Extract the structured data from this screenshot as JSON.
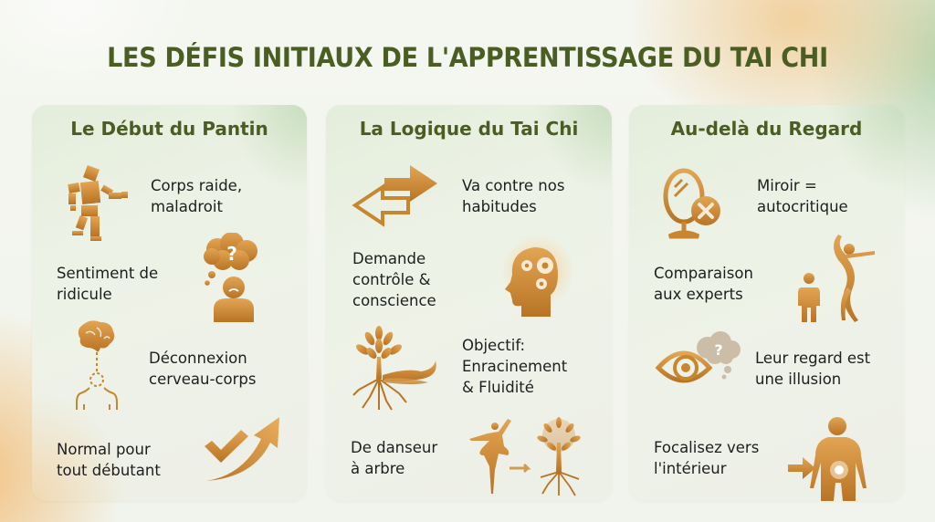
{
  "title": "LES DÉFIS INITIAUX DE L'APPRENTISSAGE DU TAI CHI",
  "colors": {
    "title_green": "#4a5e23",
    "icon_gold": "#c8862e",
    "text": "#1e1e1e"
  },
  "panels": [
    {
      "title": "Le Début du Pantin",
      "items": [
        {
          "text": "Corps raide,\nmaladroit",
          "icon": "stiff-puppet-figure-icon"
        },
        {
          "text": "Sentiment de\nridicule",
          "icon": "confused-person-thought-bubble-icon"
        },
        {
          "text": "Déconnexion\ncerveau-corps",
          "icon": "brain-body-disconnect-icon"
        },
        {
          "text": "Normal pour\ntout débutant",
          "icon": "checkmark-growth-arrow-icon"
        }
      ]
    },
    {
      "title": "La Logique du Tai Chi",
      "items": [
        {
          "text": "Va contre nos\nhabitudes",
          "icon": "opposing-arrows-icon"
        },
        {
          "text": "Demande\ncontrôle &\nconscience",
          "icon": "head-gears-icon"
        },
        {
          "text": "Objectif:\nEnracinement\n& Fluidité",
          "icon": "rooted-tree-wave-icon"
        },
        {
          "text": "De danseur\nà arbre",
          "icon": "dancer-to-tree-icon"
        }
      ]
    },
    {
      "title": "Au-delà du Regard",
      "items": [
        {
          "text": "Miroir =\nautocritique",
          "icon": "mirror-cross-icon"
        },
        {
          "text": "Comparaison\naux experts",
          "icon": "beginner-expert-figures-icon"
        },
        {
          "text": "Leur regard est\nune illusion",
          "icon": "eye-question-cloud-icon"
        },
        {
          "text": "Focalisez vers\nl'intérieur",
          "icon": "body-inner-focus-icon"
        }
      ]
    }
  ]
}
